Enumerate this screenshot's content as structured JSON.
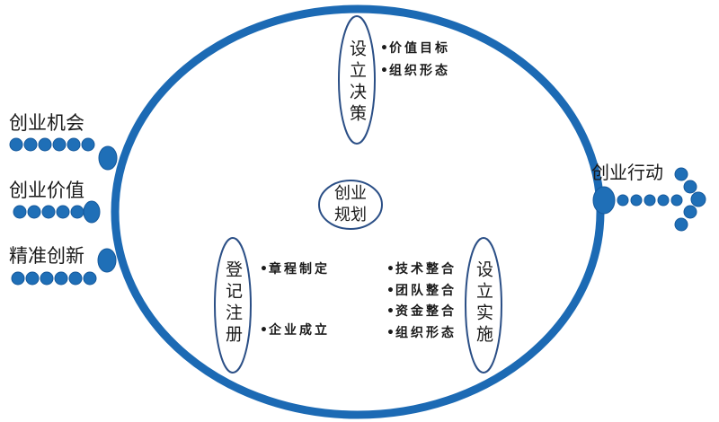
{
  "inputs": [
    {
      "label": "创业机会"
    },
    {
      "label": "创业价值"
    },
    {
      "label": "精准创新"
    }
  ],
  "core": {
    "line1": "创业",
    "line2": "规划"
  },
  "stages": {
    "decision": {
      "title": "设立决策",
      "items": [
        "价值目标",
        "组织形态"
      ]
    },
    "register": {
      "title": "登记注册",
      "items": [
        "章程制定",
        "企业成立"
      ]
    },
    "implement": {
      "title": "设立实施",
      "items": [
        "技术整合",
        "团队整合",
        "资金整合",
        "组织形态"
      ]
    }
  },
  "output": {
    "label": "创业行动"
  },
  "colors": {
    "ring": "#1c6ab4",
    "dot": "#1f6fb7",
    "dot_edge": "#15599c",
    "oval_border": "#2b4f86",
    "oval_fill": "#ffffff"
  }
}
